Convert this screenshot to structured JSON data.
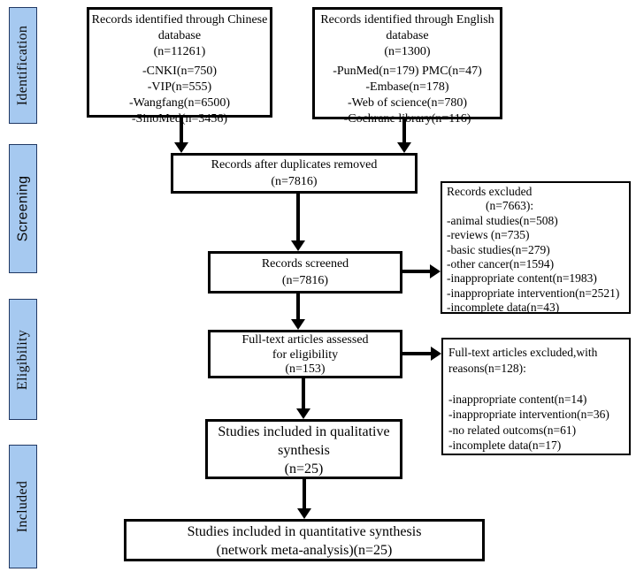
{
  "colors": {
    "band_fill": "#a6c9f0",
    "band_border": "#203864",
    "box_border": "#000000",
    "arrow": "#000000",
    "background": "#ffffff"
  },
  "stages": [
    {
      "label": "Identification"
    },
    {
      "label": "Screening"
    },
    {
      "label": "Eligibility"
    },
    {
      "label": "Included"
    }
  ],
  "boxes": {
    "chinese": {
      "lines": [
        "Records identified through Chinese",
        "database",
        "(n=11261)"
      ],
      "items": [
        "-CNKI(n=750)",
        "-VIP(n=555)",
        "-Wangfang(n=6500)",
        "-SinoMed(n=3456)"
      ]
    },
    "english": {
      "lines": [
        "Records identified through English",
        "database",
        "(n=1300)"
      ],
      "items": [
        "-PunMed(n=179) PMC(n=47)",
        "-Embase(n=178)",
        "-Web of science(n=780)",
        "-Cochrane library(n=116)"
      ]
    },
    "duplicates": {
      "lines": [
        "Records after duplicates removed",
        "(n=7816)"
      ]
    },
    "screened": {
      "lines": [
        "Records screened",
        "(n=7816)"
      ]
    },
    "records_excluded": {
      "lines": [
        "Records excluded",
        "(n=7663):",
        "-animal studies(n=508)",
        "-reviews (n=735)",
        "-basic studies(n=279)",
        "-other cancer(n=1594)",
        "-inappropriate content(n=1983)",
        "-inappropriate intervention(n=2521)",
        "-incomplete data(n=43)"
      ]
    },
    "fulltext": {
      "lines": [
        "Full-text articles assessed",
        "for eligibility",
        "(n=153)"
      ]
    },
    "fulltext_excluded": {
      "lines": [
        "Full-text articles excluded,with",
        "reasons(n=128):",
        "",
        "-inappropriate content(n=14)",
        "-inappropriate intervention(n=36)",
        "-no related outcoms(n=61)",
        "-incomplete data(n=17)"
      ]
    },
    "qualitative": {
      "lines": [
        "Studies included in qualitative",
        "synthesis",
        "(n=25)"
      ]
    },
    "quantitative": {
      "lines": [
        "Studies included in quantitative synthesis",
        "(network meta-analysis)(n=25)"
      ]
    }
  }
}
